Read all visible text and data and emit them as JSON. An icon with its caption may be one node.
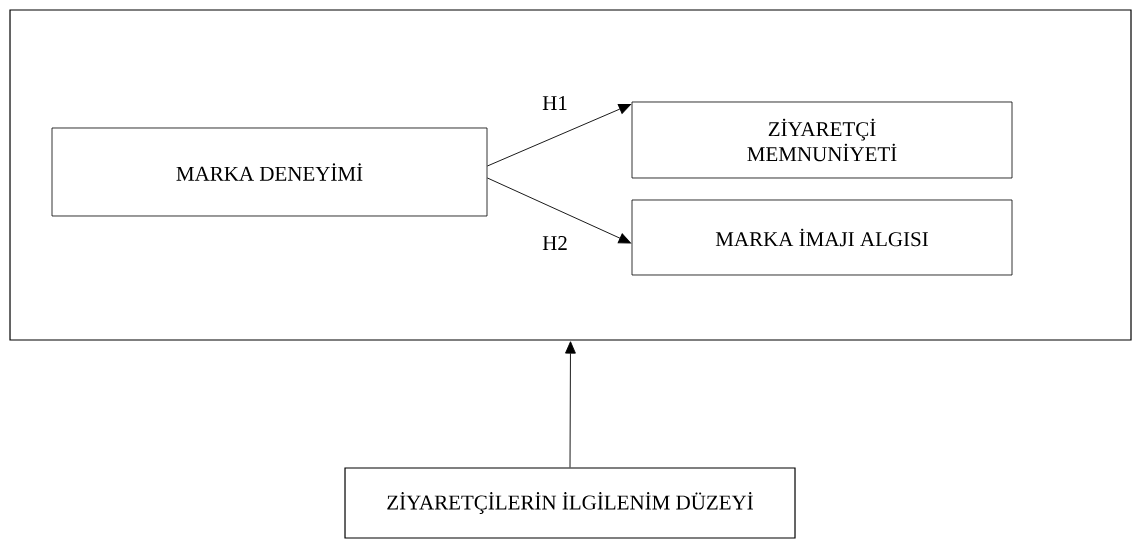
{
  "diagram": {
    "nodes": [
      {
        "text": [],
        "shape": "box"
      },
      {
        "text": [
          "MARKA DENEYİMİ"
        ],
        "in": 0
      },
      {
        "text": [
          "ZİYARETÇİ MEMNUNİYETİ"
        ],
        "in": 0
      },
      {
        "text": [
          "MARKA İMAJI ALGISI"
        ],
        "in": 0
      },
      {
        "text": [
          "ZİYARETÇİLERİN İLGİLENİM DÜZEYİ"
        ]
      }
    ],
    "edges": [
      {
        "from": 1,
        "to": 2,
        "arrow": "to",
        "label": "H1"
      },
      {
        "from": 1,
        "to": 3,
        "arrow": "to",
        "label": "H2"
      },
      {
        "from": 4,
        "to": 0,
        "arrow": "to"
      }
    ]
  }
}
